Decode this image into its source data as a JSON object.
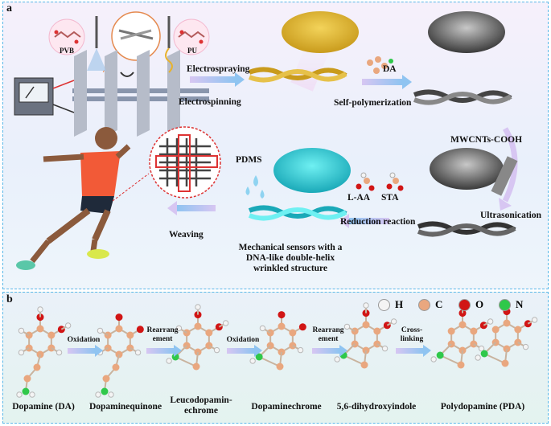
{
  "panel_a": {
    "label": "a",
    "polymers": {
      "left": "PVB",
      "right": "PU"
    },
    "process": {
      "electrospraying": "Electrospraying",
      "electrospinning": "Electrospinning",
      "da": "DA",
      "self_polymerization": "Self-polymerization",
      "mwcnts": "MWCNTs-COOH",
      "ultrasonication": "Ultrasonication",
      "laa": "L-AA",
      "sta": "STA",
      "reduction": "Reduction reaction",
      "pdms": "PDMS",
      "weaving": "Weaving",
      "sensor_line1": "Mechanical sensors with a",
      "sensor_line2": "DNA-like double-helix",
      "sensor_line3": "wrinkled structure"
    }
  },
  "panel_b": {
    "label": "b",
    "legend": [
      {
        "symbol": "H",
        "color": "#f4f4f4"
      },
      {
        "symbol": "C",
        "color": "#e9a77f"
      },
      {
        "symbol": "O",
        "color": "#d11515"
      },
      {
        "symbol": "N",
        "color": "#2fc84a"
      }
    ],
    "steps": [
      "Oxidation",
      "Rearrang\nement",
      "Oxidation",
      "Rearrang\nement",
      "Cross-\nlinking"
    ],
    "compounds": [
      "Dopamine (DA)",
      "Dopaminequinone",
      "Leucodopamin-\nechrome",
      "Dopaminechrome",
      "5,6-dihydroxyindole",
      "Polydopamine (PDA)"
    ]
  }
}
